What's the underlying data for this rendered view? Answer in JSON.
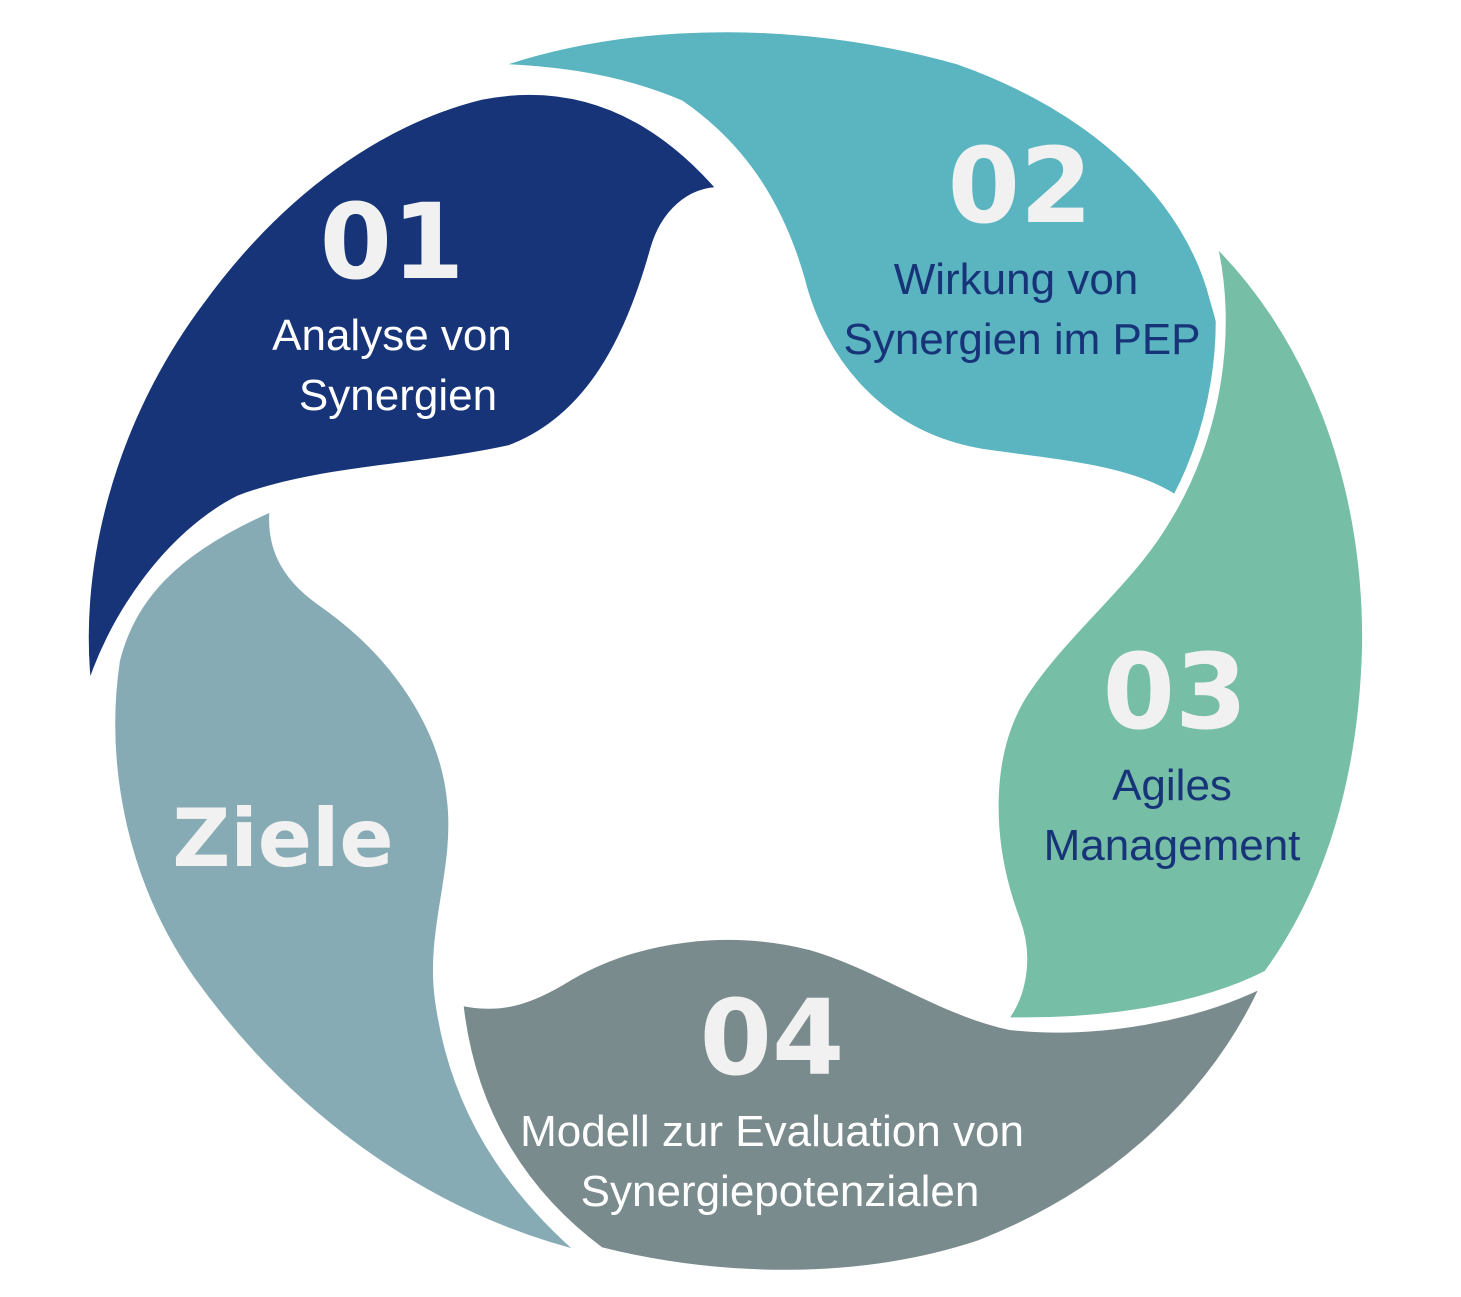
{
  "colors": {
    "segment_01": "#173479",
    "segment_02": "#5ab5c0",
    "segment_03": "#77bea7",
    "segment_04": "#7a8b8d",
    "segment_ziele": "#86abb5",
    "number_text": "#f1f1f1",
    "label_light": "#ffffff",
    "label_dark": "#173479"
  },
  "segments": [
    {
      "number": "01",
      "line1": "Analyse von",
      "line2": "Synergien"
    },
    {
      "number": "02",
      "line1": "Wirkung von",
      "line2": "Synergien im PEP"
    },
    {
      "number": "03",
      "line1": "Agiles",
      "line2": "Management"
    },
    {
      "number": "04",
      "line1": "Modell zur Evaluation von",
      "line2": "Synergiepotenzialen"
    }
  ],
  "center": {
    "label": "Ziele"
  }
}
